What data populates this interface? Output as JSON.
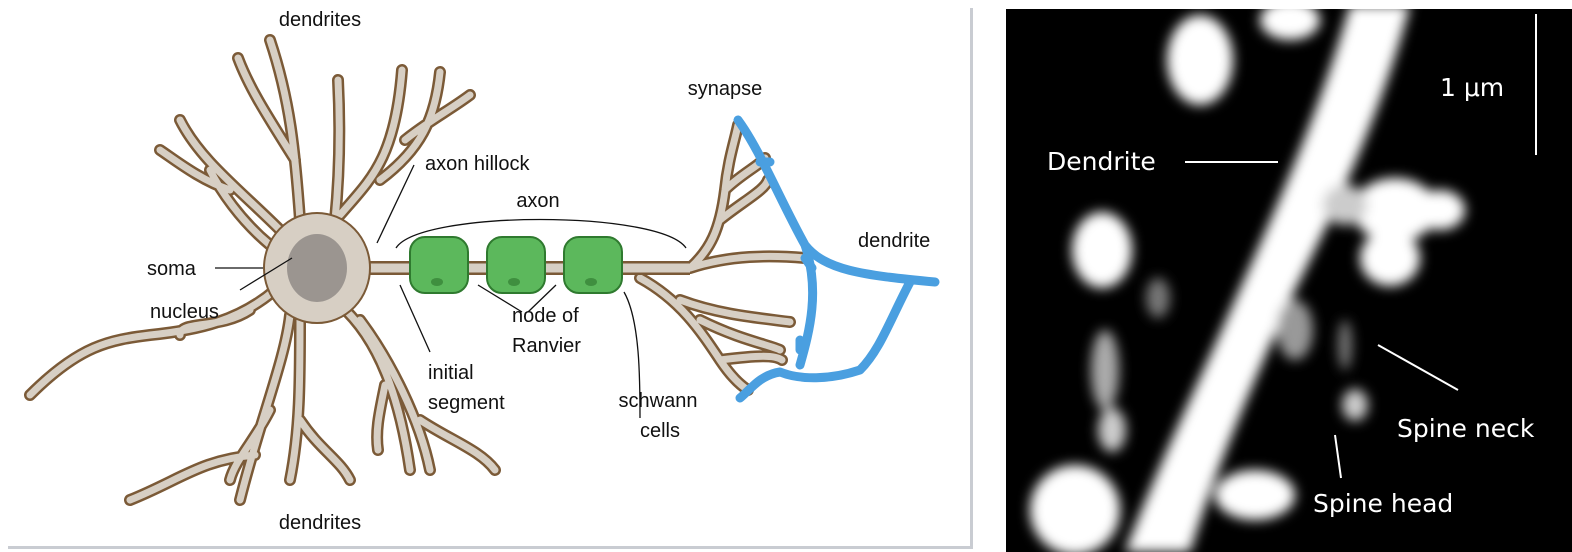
{
  "left_diagram": {
    "labels": {
      "dendrites_top": "dendrites",
      "dendrites_bottom": "dendrites",
      "axon_hillock": "axon hillock",
      "axon": "axon",
      "synapse": "synapse",
      "dendrite": "dendrite",
      "soma": "soma",
      "nucleus": "nucleus",
      "initial_1": "initial",
      "initial_2": "segment",
      "node_1": "node of",
      "node_2": "Ranvier",
      "schwann_1": "schwann",
      "schwann_2": "cells"
    },
    "colors": {
      "cell_fill": "#d7cfc4",
      "cell_outline": "#7b5a37",
      "nucleus": "#9b9590",
      "myelin": "#5cb85c",
      "myelin_outline": "#2f7a2f",
      "target_dendrite": "#4a9fe0"
    }
  },
  "right_image": {
    "labels": {
      "scale": "1 μm",
      "dendrite": "Dendrite",
      "spine_neck": "Spine neck",
      "spine_head": "Spine head"
    }
  }
}
